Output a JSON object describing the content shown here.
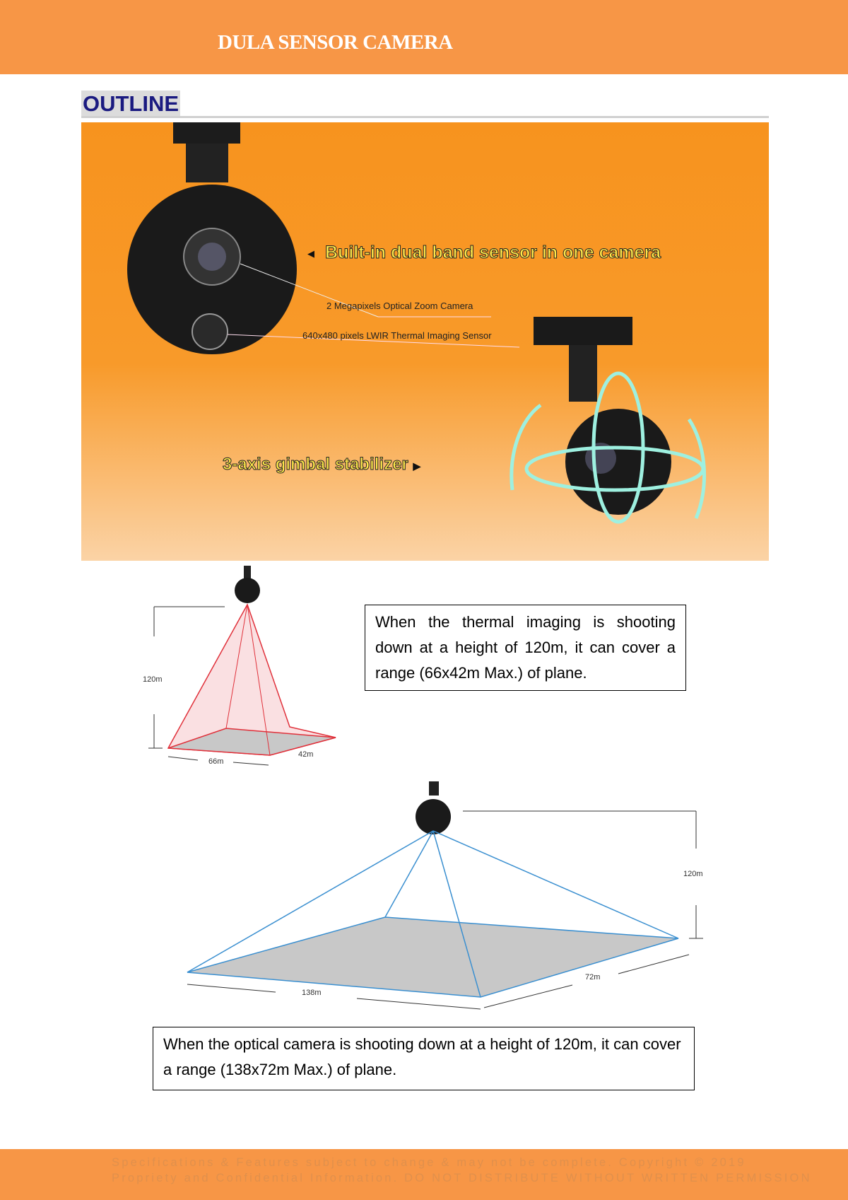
{
  "header": {
    "title": "DULA SENSOR CAMERA"
  },
  "section": {
    "title": "OUTLINE"
  },
  "hero": {
    "headline": "Built-in dual band sensor in one camera",
    "label_optical": "2 Megapixels Optical Zoom Camera",
    "label_thermal": "640x480 pixels LWIR Thermal Imaging Sensor",
    "gimbal": "3-axis gimbal stabilizer"
  },
  "thermal_diagram": {
    "height": "120m",
    "width": "66m",
    "depth": "42m",
    "color": "#e0303a"
  },
  "thermal_text": "When the thermal imaging is shooting down at a height of 120m, it can cover a range (66x42m Max.) of plane.",
  "optical_diagram": {
    "height": "120m",
    "width": "138m",
    "depth": "72m",
    "color": "#3a8fd0"
  },
  "optical_text": "When the optical camera is shooting down at a height of 120m, it can cover a range (138x72m Max.) of plane.",
  "footer": {
    "line1": "Specifications & Features subject to change & may not be complete. Copyright © 2019",
    "line2": "Propriety and Confidential Information. DO NOT DISTRIBUTE WITHOUT WRITTEN PERMISSION"
  }
}
